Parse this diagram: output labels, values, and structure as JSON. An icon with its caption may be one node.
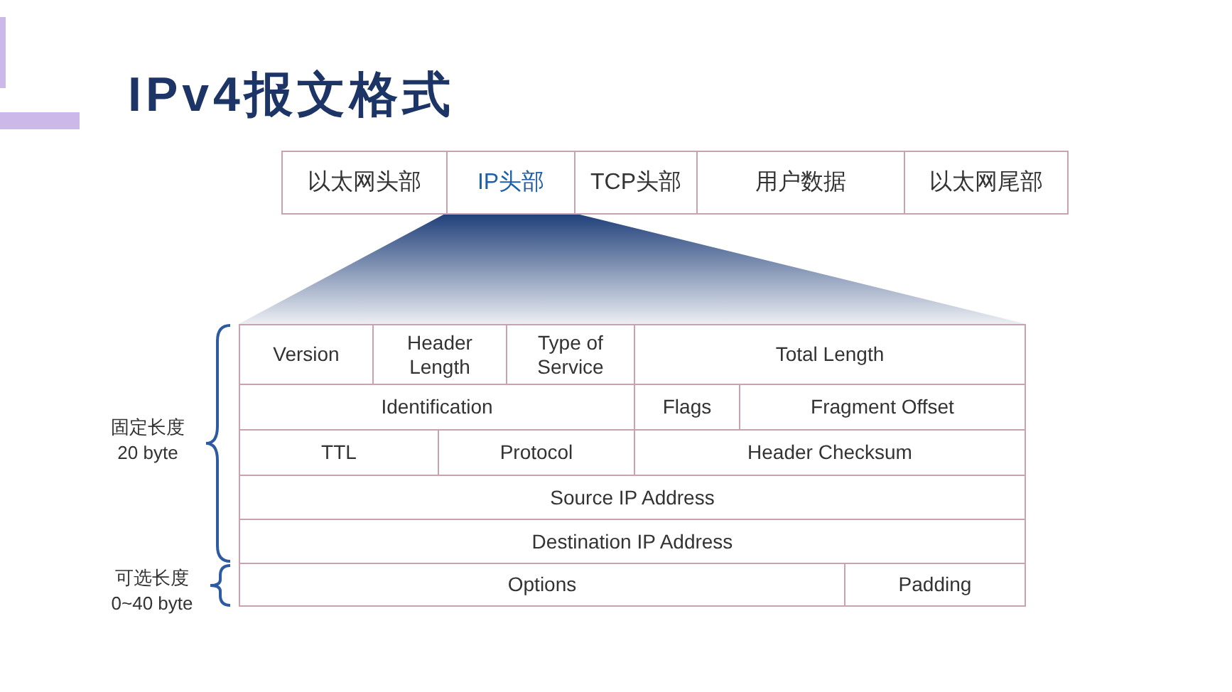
{
  "diagram": {
    "title": "IPv4报文格式",
    "labels": [
      "以太网头部",
      "IP头部",
      "TCP头部",
      "用户数据",
      "以太网尾部",
      "Version",
      "Header Length",
      "Type of Service",
      "Total Length",
      "Identification",
      "Flags",
      "Fragment Offset",
      "TTL",
      "Protocol",
      "Header Checksum",
      "Source IP Address",
      "Destination IP Address",
      "Options",
      "Padding",
      "固定长度 20 byte",
      "可选长度 0~40 byte"
    ]
  }
}
